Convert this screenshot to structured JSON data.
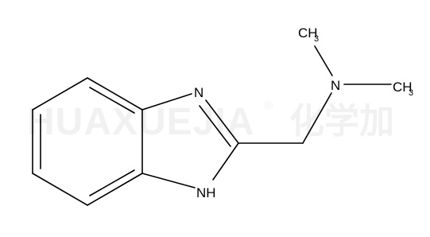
{
  "watermark": {
    "latin": "HUAXUEJIA",
    "registered": "®",
    "cjk": "化学加"
  },
  "molecule": {
    "atoms": {
      "n_imine": "N",
      "n_h": "NH",
      "n_amine": "N",
      "methyl_top": {
        "element": "CH",
        "count": "3"
      },
      "methyl_right": {
        "element": "CH",
        "count": "3"
      }
    }
  }
}
